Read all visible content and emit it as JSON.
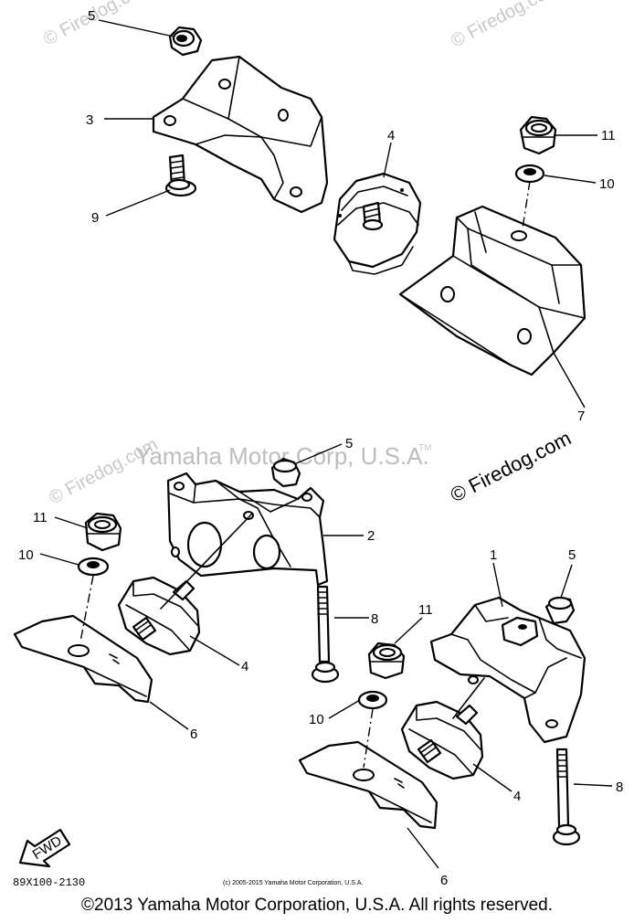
{
  "labels": {
    "l5a": "5",
    "l3": "3",
    "l9": "9",
    "l4a": "4",
    "l11a": "11",
    "l10a": "10",
    "l7": "7",
    "l5b": "5",
    "l2": "2",
    "l11b": "11",
    "l10b": "10",
    "l4b": "4",
    "l6a": "6",
    "l8a": "8",
    "l1": "1",
    "l5c": "5",
    "l11c": "11",
    "l10c": "10",
    "l4c": "4",
    "l8b": "8",
    "l6b": "6"
  },
  "watermarks": {
    "w1": "© Firedog.com",
    "w2": "© Firedog.com",
    "w3": "© Firedog.com",
    "main": "© Firedog.com",
    "yamaha": "Yamaha Motor Corp, U.S.A.",
    "tm": "TM"
  },
  "fwd": "FWD",
  "diagram_code": "89X100-2130",
  "small_copyright": "(c) 2005-2015 Yamaha Motor Corporation, U.S.A.",
  "copyright": "©2013 Yamaha Motor Corporation, U.S.A. All rights reserved."
}
